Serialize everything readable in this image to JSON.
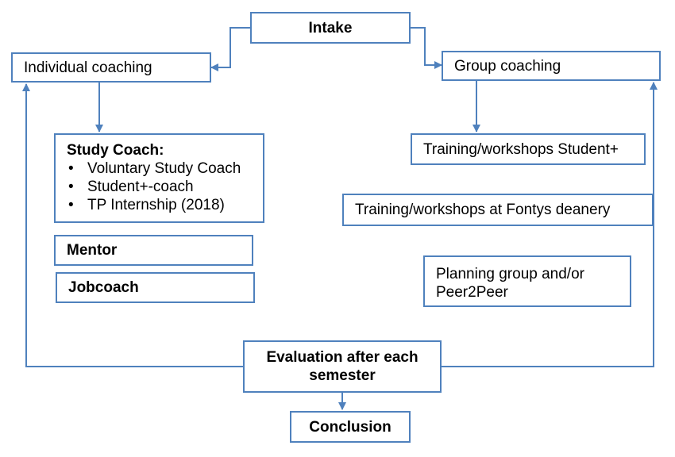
{
  "diagram": {
    "line_color": "#4f81bd",
    "nodes": {
      "intake": "Intake",
      "individual_coaching": "Individual coaching",
      "group_coaching": "Group coaching",
      "study_coach": {
        "title": "Study Coach:",
        "items": [
          "Voluntary Study Coach",
          "Student+-coach",
          "TP Internship (2018)"
        ]
      },
      "mentor": "Mentor",
      "jobcoach": "Jobcoach",
      "training_student_plus": "Training/workshops Student+",
      "training_fontys": "Training/workshops at Fontys deanery",
      "planning_group": [
        "Planning group and/or",
        "Peer2Peer"
      ],
      "evaluation": [
        "Evaluation after each",
        "semester"
      ],
      "conclusion": "Conclusion"
    }
  }
}
